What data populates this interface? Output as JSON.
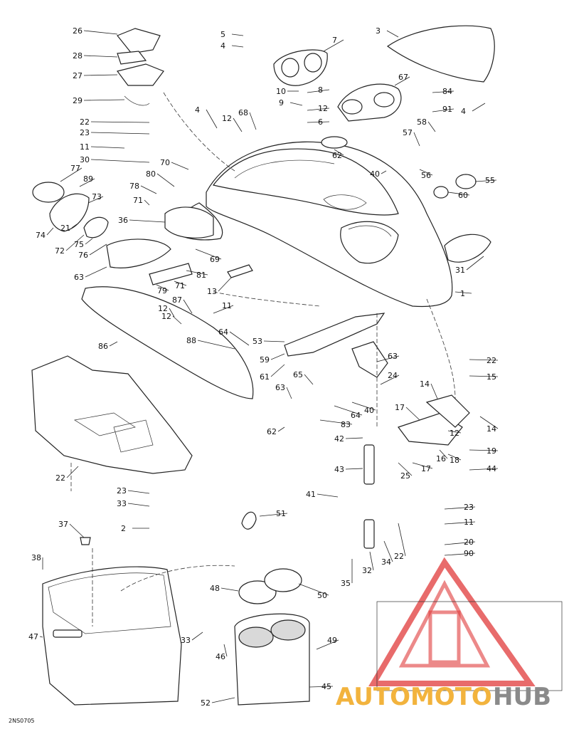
{
  "figure_code": "2NS0705",
  "watermark": {
    "text_part1": "AUTOMOTO",
    "text_part2": "HUB",
    "color_part1": "#f2b33d",
    "color_part2": "#8a8a8a",
    "triangle_color": "#e03a3a"
  },
  "callouts": [
    "26",
    "28",
    "27",
    "29",
    "22",
    "23",
    "11",
    "30",
    "5",
    "4",
    "7",
    "10",
    "8",
    "9",
    "12",
    "6",
    "3",
    "84",
    "91",
    "4",
    "67",
    "4",
    "12",
    "68",
    "62",
    "58",
    "57",
    "56",
    "40",
    "55",
    "60",
    "77",
    "89",
    "80",
    "70",
    "78",
    "73",
    "71",
    "74",
    "21",
    "72",
    "75",
    "76",
    "36",
    "69",
    "63",
    "81",
    "79",
    "71",
    "13",
    "31",
    "1",
    "87",
    "11",
    "12",
    "86",
    "12",
    "88",
    "64",
    "53",
    "59",
    "61",
    "63",
    "65",
    "63",
    "64",
    "40",
    "62",
    "83",
    "24",
    "22",
    "15",
    "14",
    "17",
    "14",
    "12",
    "19",
    "18",
    "16",
    "17",
    "25",
    "44",
    "42",
    "43",
    "41",
    "32",
    "35",
    "34",
    "22",
    "23",
    "11",
    "20",
    "90",
    "22",
    "23",
    "33",
    "2",
    "51",
    "37",
    "38",
    "47",
    "48",
    "50",
    "33",
    "49",
    "46",
    "45",
    "52"
  ]
}
